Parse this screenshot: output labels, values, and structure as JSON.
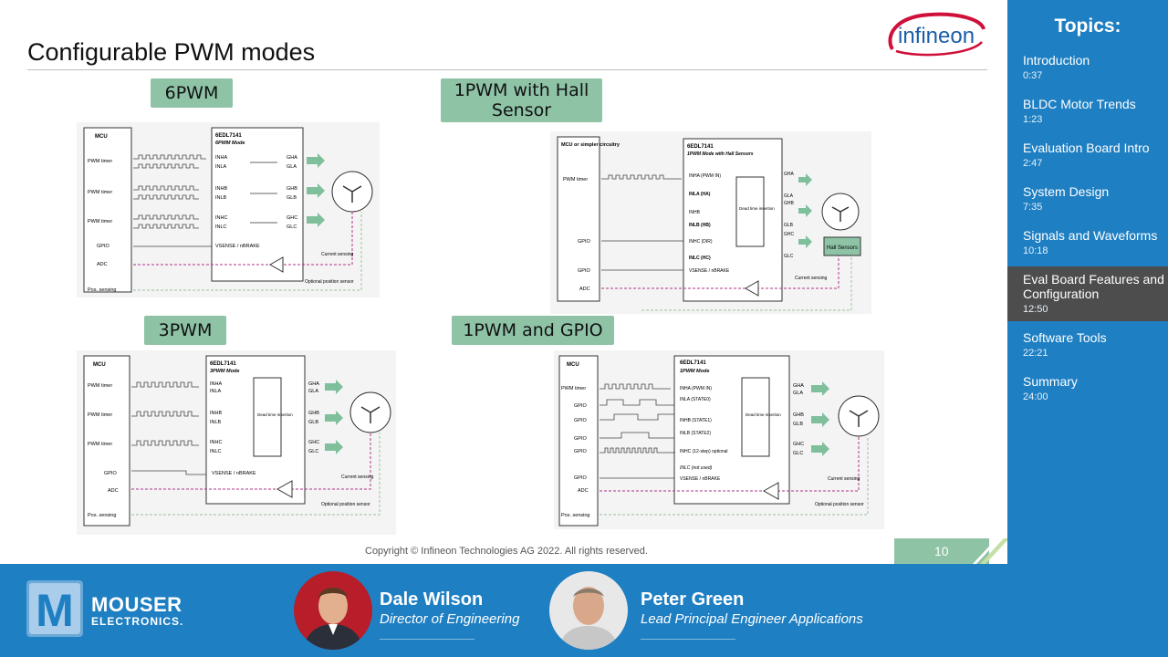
{
  "slide": {
    "title": "Configurable PWM modes",
    "logo_text": "infineon",
    "copyright": "Copyright © Infineon Technologies AG 2022. All rights reserved.",
    "page_number": "10",
    "modes": [
      {
        "label": "6PWM"
      },
      {
        "label": "1PWM with Hall Sensor"
      },
      {
        "label": "3PWM"
      },
      {
        "label": "1PWM and GPIO"
      }
    ]
  },
  "diagrams": {
    "d6": {
      "mcu": "MCU",
      "chip": "6EDL7141",
      "mode": "6PWM Mode",
      "left": [
        "PWM timer",
        "PWM timer",
        "PWM timer",
        "GPIO",
        "ADC",
        "Pos. sensing"
      ],
      "pins": [
        "INHA",
        "INLA",
        "INHB",
        "INLB",
        "INHC",
        "INLC",
        "VSENSE / nBRAKE"
      ],
      "outs": [
        "GHA",
        "GLA",
        "GHB",
        "GLB",
        "GHC",
        "GLC"
      ],
      "notes": [
        "Current sensing",
        "Optional position sensor"
      ]
    },
    "dh": {
      "mcu": "MCU or simpler circuitry",
      "chip": "6EDL7141",
      "mode": "1PWM Mode with Hall Sensors",
      "left": [
        "PWM timer",
        "GPIO",
        "GPIO",
        "ADC"
      ],
      "pins": [
        "INHA (PWM IN)",
        "INLA (HA)",
        "INHB",
        "INLB (HB)",
        "INHC (DIR)",
        "INLC (HC)",
        "VSENSE / nBRAKE"
      ],
      "outs": [
        "GHA",
        "GLA",
        "GHB",
        "GLB",
        "GHC",
        "GLC"
      ],
      "dead": "Dead time insertion",
      "hall": "Hall Sensors",
      "notes": [
        "Current sensing"
      ]
    },
    "d3": {
      "mcu": "MCU",
      "chip": "6EDL7141",
      "mode": "3PWM Mode",
      "left": [
        "PWM timer",
        "PWM timer",
        "PWM timer",
        "GPIO",
        "ADC",
        "Pos. sensing"
      ],
      "pins": [
        "INHA",
        "INLA",
        "INHB",
        "INLB",
        "INHC",
        "INLC",
        "VSENSE / nBRAKE"
      ],
      "outs": [
        "GHA",
        "GLA",
        "GHB",
        "GLB",
        "GHC",
        "GLC"
      ],
      "dead": "Dead time insertion",
      "notes": [
        "Current sensing",
        "Optional position sensor"
      ]
    },
    "dg": {
      "mcu": "MCU",
      "chip": "6EDL7141",
      "mode": "1PWM Mode",
      "left": [
        "PWM timer",
        "GPIO",
        "GPIO",
        "GPIO",
        "GPIO",
        "GPIO",
        "ADC",
        "Pos. sensing"
      ],
      "pins": [
        "INHA (PWM IN)",
        "INLA (STATE0)",
        "INHB (STATE1)",
        "INLB (STATE2)",
        "INHC (12-step) optional",
        "INLC (not used)",
        "VSENSE / nBRAKE"
      ],
      "outs": [
        "GHA",
        "GLA",
        "GHB",
        "GLB",
        "GHC",
        "GLC"
      ],
      "dead": "Dead time insertion",
      "notes": [
        "Current sensing",
        "Optional position sensor"
      ]
    }
  },
  "sidebar": {
    "title": "Topics:",
    "topics": [
      {
        "label": "Introduction",
        "time": "0:37"
      },
      {
        "label": "BLDC Motor Trends",
        "time": "1:23"
      },
      {
        "label": "Evaluation Board Intro",
        "time": "2:47"
      },
      {
        "label": "System Design",
        "time": "7:35"
      },
      {
        "label": "Signals and Waveforms",
        "time": "10:18"
      },
      {
        "label": "Eval Board Features and Configuration",
        "time": "12:50"
      },
      {
        "label": "Software Tools",
        "time": "22:21"
      },
      {
        "label": "Summary",
        "time": "24:00"
      }
    ],
    "active_index": 5
  },
  "brand": {
    "name": "MOUSER",
    "sub": "ELECTRONICS.",
    "logo_letter": "M"
  },
  "presenters": [
    {
      "name": "Dale Wilson",
      "role": "Director of Engineering"
    },
    {
      "name": "Peter Green",
      "role": "Lead Principal Engineer Applications"
    }
  ],
  "colors": {
    "sidebar": "#1e7fc2",
    "active_topic": "#4d4d4d",
    "mode_label": "#8ec3a6",
    "arrow": "#7fbf9c",
    "dash_adc": "#b0338a",
    "dash_pos": "#9cbf9c"
  }
}
